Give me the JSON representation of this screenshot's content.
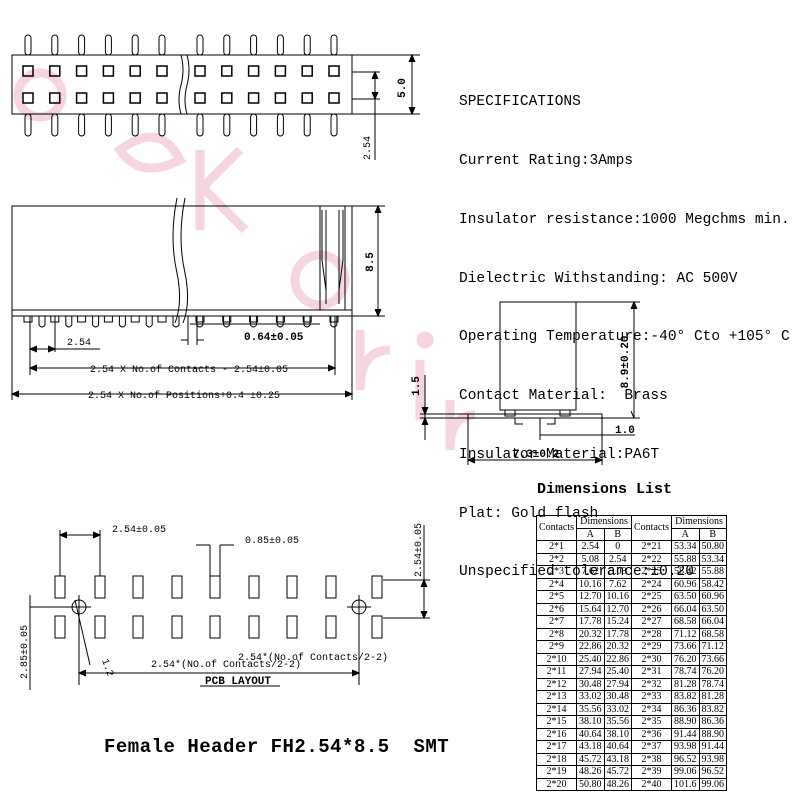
{
  "specifications": {
    "heading": "SPECIFICATIONS",
    "lines": [
      "Current Rating:3Amps",
      "Insulator resistance:1000 Megchms min.",
      "Dielectric Withstanding: AC 500V",
      "Operating Temperature:-40° Cto +105° C",
      "Contact Material:  Brass",
      "Insulator Material:PA6T",
      "Plat: Gold flash",
      "Unspecified tolerance:±0.20"
    ]
  },
  "top_view": {
    "dim_height": "5.0",
    "dim_pitch": "2.54"
  },
  "front_view": {
    "dim_height": "8.5",
    "dim_pin_width": "0.64±0.05",
    "dim_pitch": "2.54",
    "dim_contacts": "2.54 X No.of Contacts - 2.54±0.05",
    "dim_positions": "2.54 X No.of Positions+0.4 ±0.25"
  },
  "side_view": {
    "dim_height": "8.9±0.20",
    "dim_standoff": "1.5",
    "dim_foot": "1.0",
    "dim_width": "7.3±0.2"
  },
  "pcb_layout": {
    "title": "PCB LAYOUT",
    "dim_pitch": "2.54±0.05",
    "dim_pad_width": "0.85±0.05",
    "dim_row_spacing": "2.54±0.05",
    "dim_offset": "2.85±0.05",
    "dim_hole": "1.2",
    "dim_half_contacts": "2.54*(No.of Contacts/2-2)",
    "dim_half_contacts_2": "2.54*(NO.of Contacts/2-2)"
  },
  "dimensions_list": {
    "title": "Dimensions List",
    "headers": {
      "contacts": "Contacts",
      "dimensions": "Dimensions",
      "a": "A",
      "b": "B"
    },
    "left_rows": [
      [
        "2*1",
        "2.54",
        "0"
      ],
      [
        "2*2",
        "5.08",
        "2.54"
      ],
      [
        "2*3",
        "7.62",
        "5.08"
      ],
      [
        "2*4",
        "10.16",
        "7.62"
      ],
      [
        "2*5",
        "12.70",
        "10.16"
      ],
      [
        "2*6",
        "15.64",
        "12.70"
      ],
      [
        "2*7",
        "17.78",
        "15.24"
      ],
      [
        "2*8",
        "20.32",
        "17.78"
      ],
      [
        "2*9",
        "22.86",
        "20.32"
      ],
      [
        "2*10",
        "25.40",
        "22.86"
      ],
      [
        "2*11",
        "27.94",
        "25.40"
      ],
      [
        "2*12",
        "30.48",
        "27.94"
      ],
      [
        "2*13",
        "33.02",
        "30.48"
      ],
      [
        "2*14",
        "35.56",
        "33.02"
      ],
      [
        "2*15",
        "38.10",
        "35.56"
      ],
      [
        "2*16",
        "40.64",
        "38.10"
      ],
      [
        "2*17",
        "43.18",
        "40.64"
      ],
      [
        "2*18",
        "45.72",
        "43.18"
      ],
      [
        "2*19",
        "48.26",
        "45.72"
      ],
      [
        "2*20",
        "50.80",
        "48.26"
      ]
    ],
    "right_rows": [
      [
        "2*21",
        "53.34",
        "50.80"
      ],
      [
        "2*22",
        "55.88",
        "53.34"
      ],
      [
        "2*23",
        "58.42",
        "55.88"
      ],
      [
        "2*24",
        "60.96",
        "58.42"
      ],
      [
        "2*25",
        "63.50",
        "60.96"
      ],
      [
        "2*26",
        "66.04",
        "63.50"
      ],
      [
        "2*27",
        "68.58",
        "66.04"
      ],
      [
        "2*28",
        "71.12",
        "68.58"
      ],
      [
        "2*29",
        "73.66",
        "71.12"
      ],
      [
        "2*30",
        "76.20",
        "73.66"
      ],
      [
        "2*31",
        "78.74",
        "76.20"
      ],
      [
        "2*32",
        "81.28",
        "78.74"
      ],
      [
        "2*33",
        "83.82",
        "81.28"
      ],
      [
        "2*34",
        "86.36",
        "83.82"
      ],
      [
        "2*35",
        "88.90",
        "86.36"
      ],
      [
        "2*36",
        "91.44",
        "88.90"
      ],
      [
        "2*37",
        "93.98",
        "91.44"
      ],
      [
        "2*38",
        "96.52",
        "93.98"
      ],
      [
        "2*39",
        "99.06",
        "96.52"
      ],
      [
        "2*40",
        "101.6",
        "99.06"
      ]
    ]
  },
  "caption": "Female Header FH2.54*8.5  SMT",
  "colors": {
    "line": "#000000",
    "watermark": "#f4c8d6"
  }
}
